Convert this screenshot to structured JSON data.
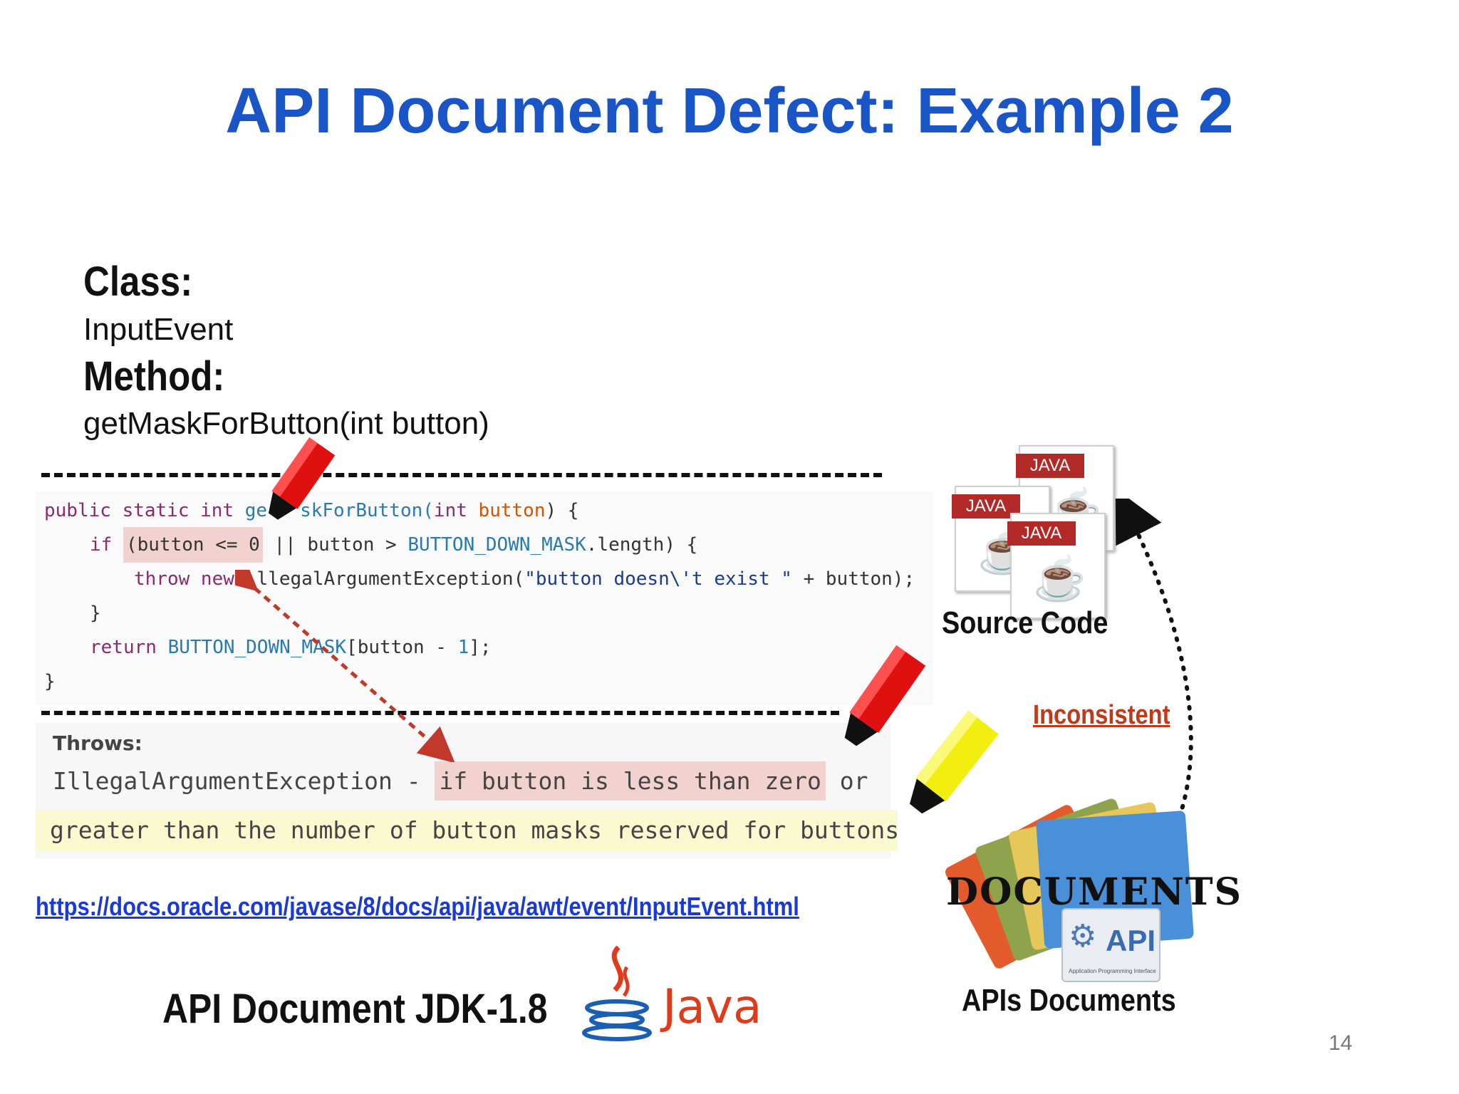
{
  "slide": {
    "title": "API Document Defect: Example 2",
    "page_number": "14"
  },
  "info": {
    "class_label": "Class:",
    "class_value": "InputEvent",
    "method_label": "Method:",
    "method_value": "getMaskForButton(int button)"
  },
  "code": {
    "line1": {
      "a": "public static int ",
      "b": "ge",
      "c": "skForButton(",
      "d": "int ",
      "e": "button",
      "f": ") {"
    },
    "line2": {
      "a": "if ",
      "b": "(button <= 0",
      "c": " || button > ",
      "d": "BUTTON_DOWN_MASK",
      "e": ".length) {"
    },
    "line3": {
      "a": "throw new ",
      "b": "llegalArgumentException(",
      "c": "\"button doesn\\'t exist \"",
      "d": " + button);"
    },
    "line4": "}",
    "line5": {
      "a": "return ",
      "b": "BUTTON_DOWN_MA",
      "c": "SK",
      "d": "[button - ",
      "e": "1",
      "f": "];"
    },
    "line6": "}"
  },
  "doc": {
    "throws_label": "Throws:",
    "exception": "IllegalArgumentException",
    "dash": " - ",
    "highlight_red": "if button is less than zero",
    "or_text": " or",
    "highlight_yellow": "greater than the number of button masks reserved for buttons"
  },
  "link": "https://docs.oracle.com/javase/8/docs/api/java/awt/event/InputEvent.html",
  "bottom_title": "API Document JDK-1.8",
  "java_logo_text": "Java",
  "right": {
    "java_badge": "JAVA",
    "source_code_caption": "Source Code",
    "inconsistent": "Inconsistent",
    "documents_word": "DOCUMENTS",
    "api_badge": "API",
    "api_badge_sub": "Application Programming Interface",
    "apis_documents_caption": "APIs Documents"
  },
  "colors": {
    "title": "#1a55c8",
    "link": "#1a3ad6",
    "inconsistent": "#c0391b",
    "highlight_red": "#f2d2cf",
    "highlight_yellow": "#fbf9cf",
    "marker_red": "#e01010",
    "marker_yellow": "#f2ee10"
  },
  "icons": [
    "red-marker-icon",
    "yellow-marker-icon",
    "java-file-icon",
    "documents-folder-icon",
    "java-cup-logo-icon",
    "dotted-arrow-icon"
  ]
}
